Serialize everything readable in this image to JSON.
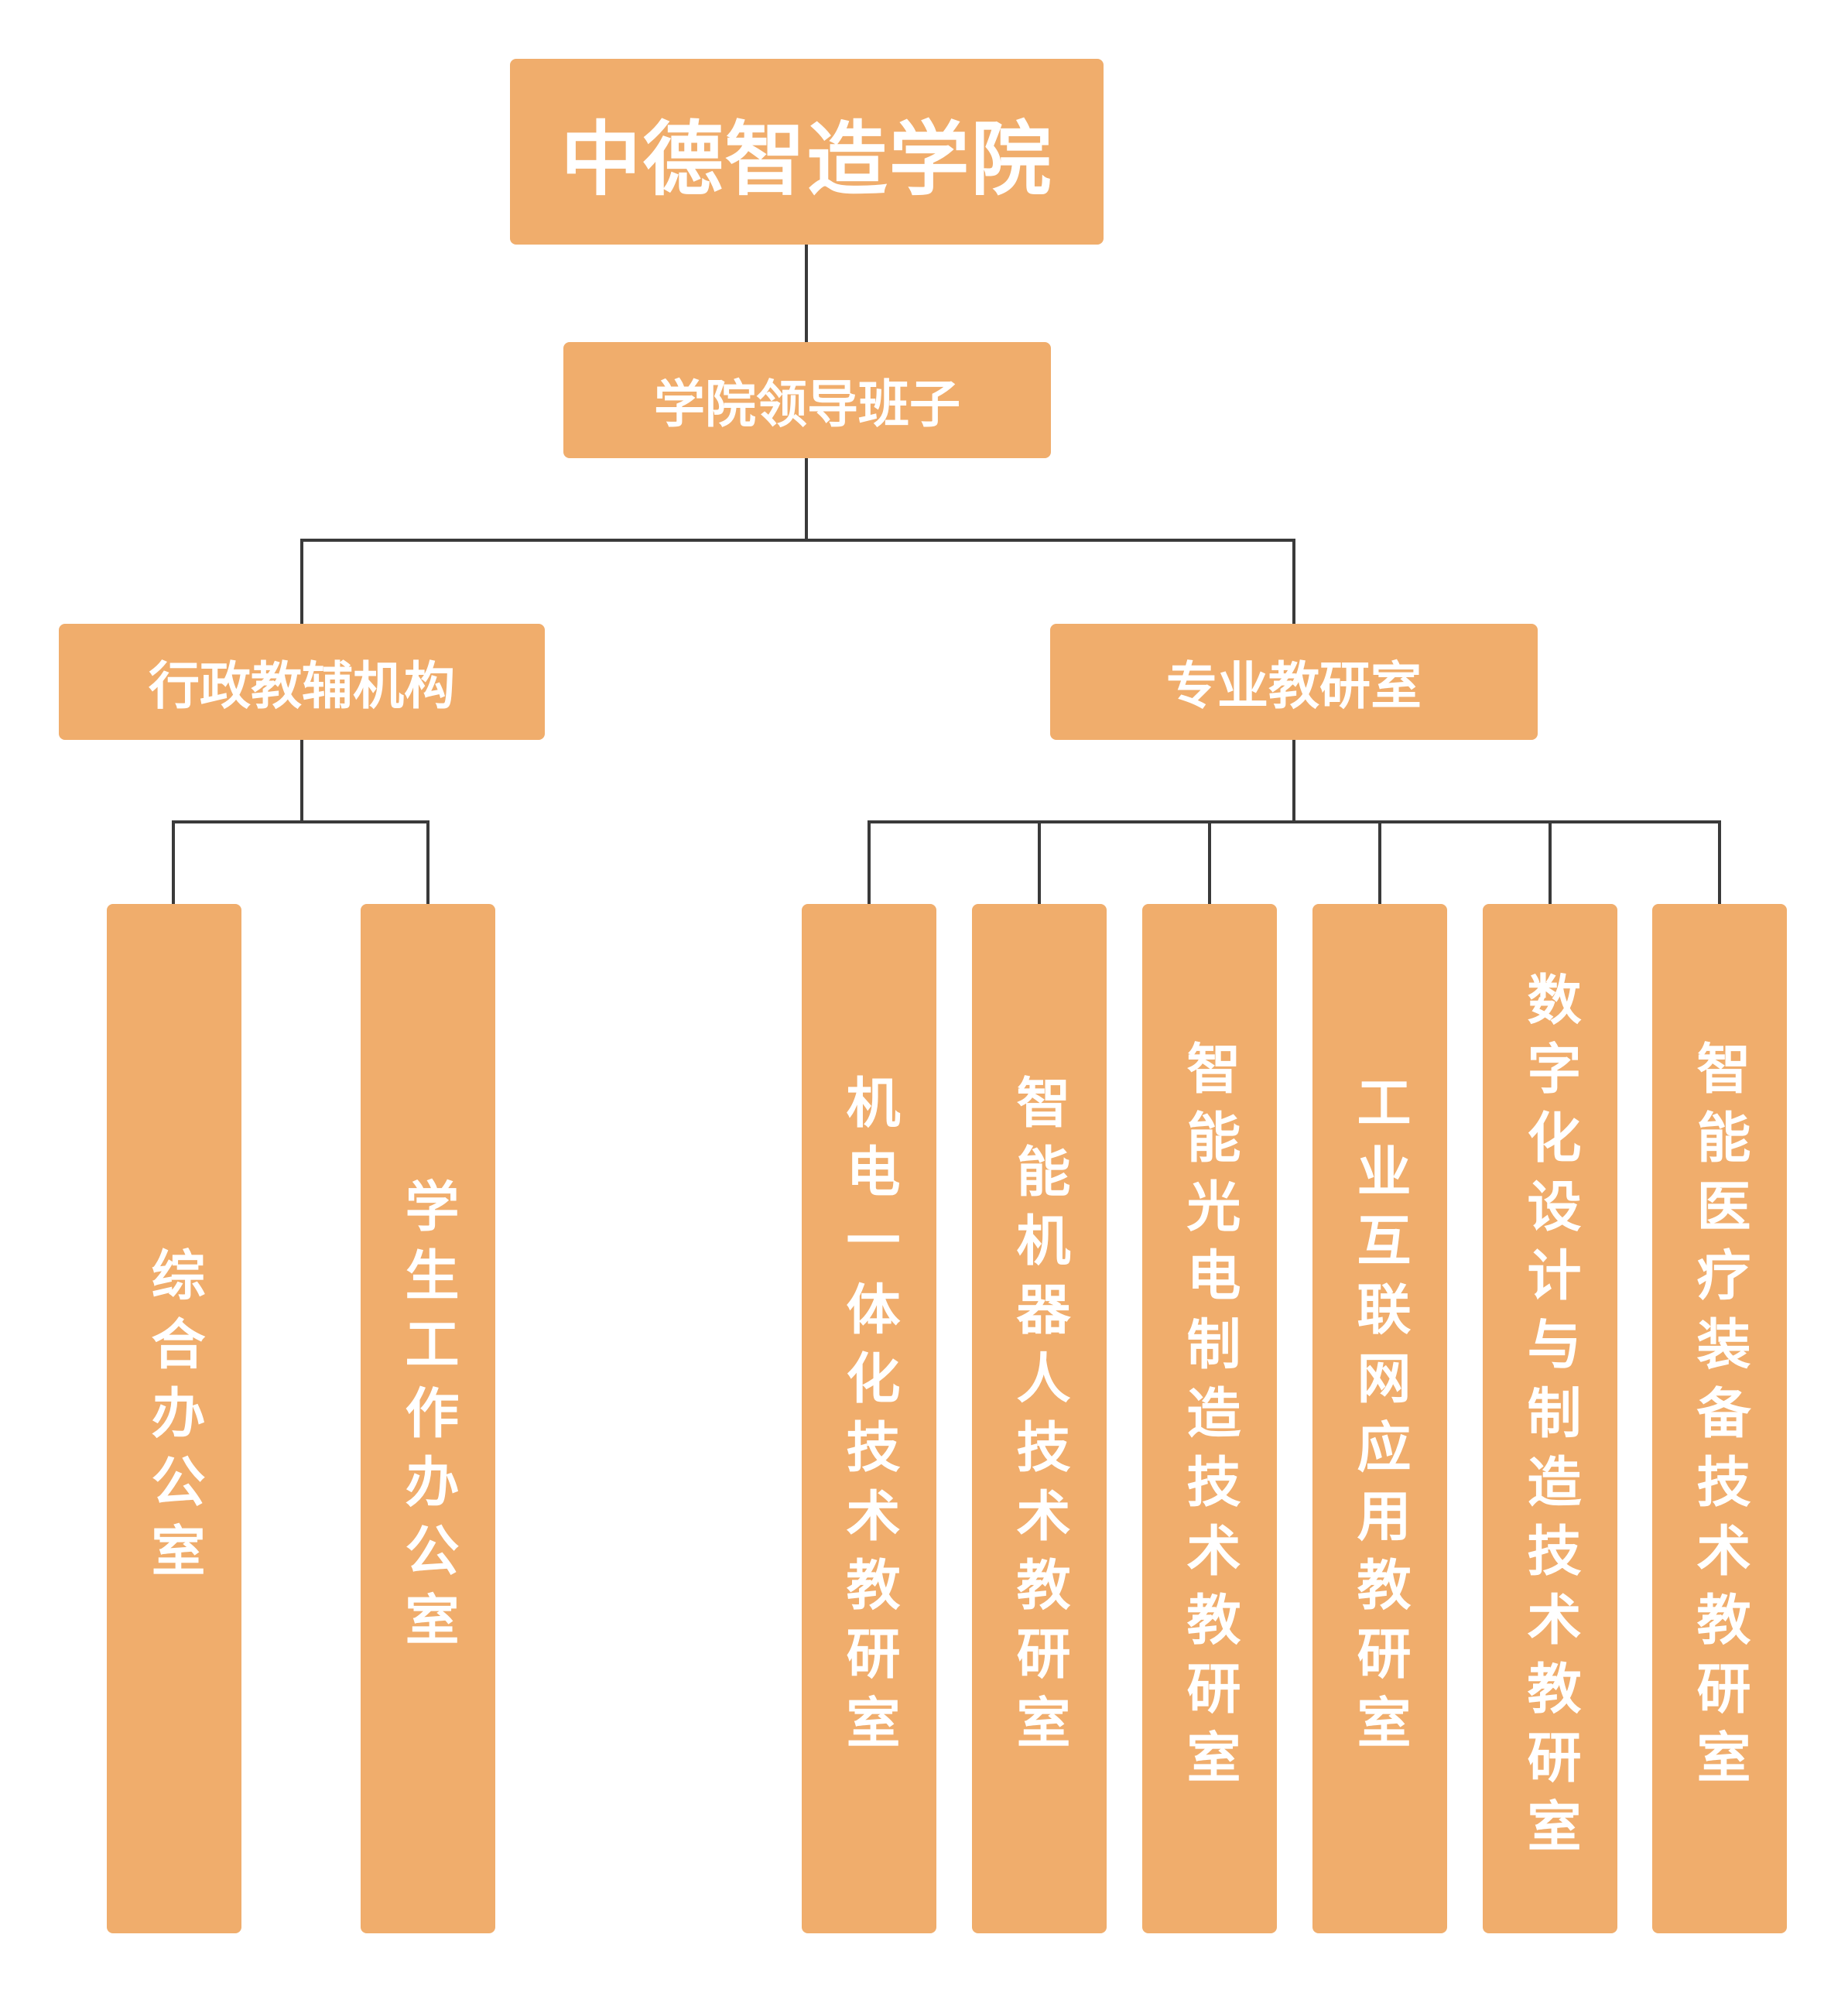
{
  "diagram": {
    "root": {
      "label": "中德智造学院"
    },
    "leadership": {
      "label": "学院领导班子"
    },
    "branches": [
      {
        "label": "行政教辅机构",
        "children": [
          {
            "label": "综合办公室"
          },
          {
            "label": "学生工作办公室"
          }
        ]
      },
      {
        "label": "专业教研室",
        "children": [
          {
            "label": "机电一体化技术教研室"
          },
          {
            "label": "智能机器人技术教研室"
          },
          {
            "label": "智能光电制造技术教研室"
          },
          {
            "label": "工业互联网应用教研室"
          },
          {
            "label": "数字化设计与制造技术教研室"
          },
          {
            "label": "智能医疗装备技术教研室"
          }
        ]
      }
    ],
    "colors": {
      "node_fill": "#f0ad6c",
      "node_text": "#ffffff",
      "connector": "#3a3a3a"
    }
  }
}
